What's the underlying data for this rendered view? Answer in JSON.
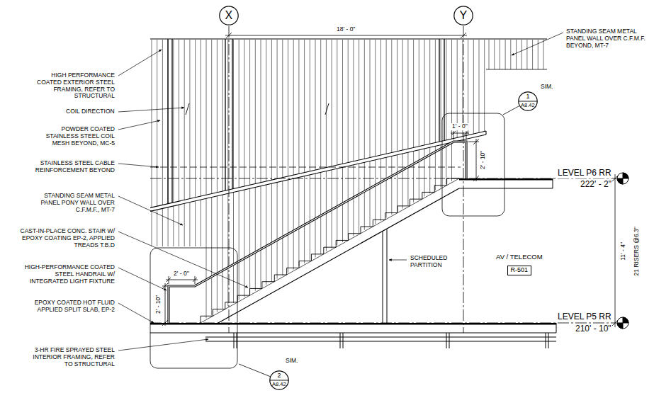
{
  "diagram": {
    "nodes": [
      {
        "text": [
          "X"
        ]
      },
      {
        "text": [
          "Y"
        ]
      },
      {
        "text": [
          "1",
          "A8.42"
        ]
      },
      {
        "text": [
          "AV / TELECOM",
          "R-501"
        ]
      },
      {
        "text": [
          "2",
          "A8.42"
        ]
      }
    ],
    "labels": [
      "18' - 0\"",
      "STANDING SEAM METAL PANEL WALL OVER C.F.M.F. BEYOND, MT-7",
      "HIGH PERFORMANCE COATED EXTERIOR STEEL FRAMING, REFER TO STRUCTURAL",
      "COIL DIRECTION",
      "POWDER COATED STAINLESS STEEL COIL MESH BEYOND, MC-5",
      "STAINLESS STEEL CABLE REINFORCEMENT BEYOND",
      "STANDING SEAM METAL PANEL PONY WALL OVER C.F.M.F., MT-7",
      "CAST-IN-PLACE CONC. STAIR W/ EPOXY COATING EP-2, APPLIED TREADS T.B.D",
      "HIGH-PERFORMANCE COATED STEEL HANDRAIL W/ INTEGRATED LIGHT FIXTURE",
      "EPOXY COATED HOT FLUID APPLIED SPLIT SLAB, EP-2",
      "3-HR FIRE SPRAYED STEEL INTERIOR FRAMING, REFER TO STRUCTURAL",
      "SIM.",
      "1' - 0\"",
      "2' - 10\"",
      "LEVEL P6 RR",
      "222' - 2\"",
      "11' - 4\"",
      "21 RISERS @6.3\"",
      "SCHEDULED PARTITION",
      "2' - 0\"",
      "2' - 10\"",
      "LEVEL P5 RR",
      "210' - 10\"",
      "SIM."
    ]
  }
}
